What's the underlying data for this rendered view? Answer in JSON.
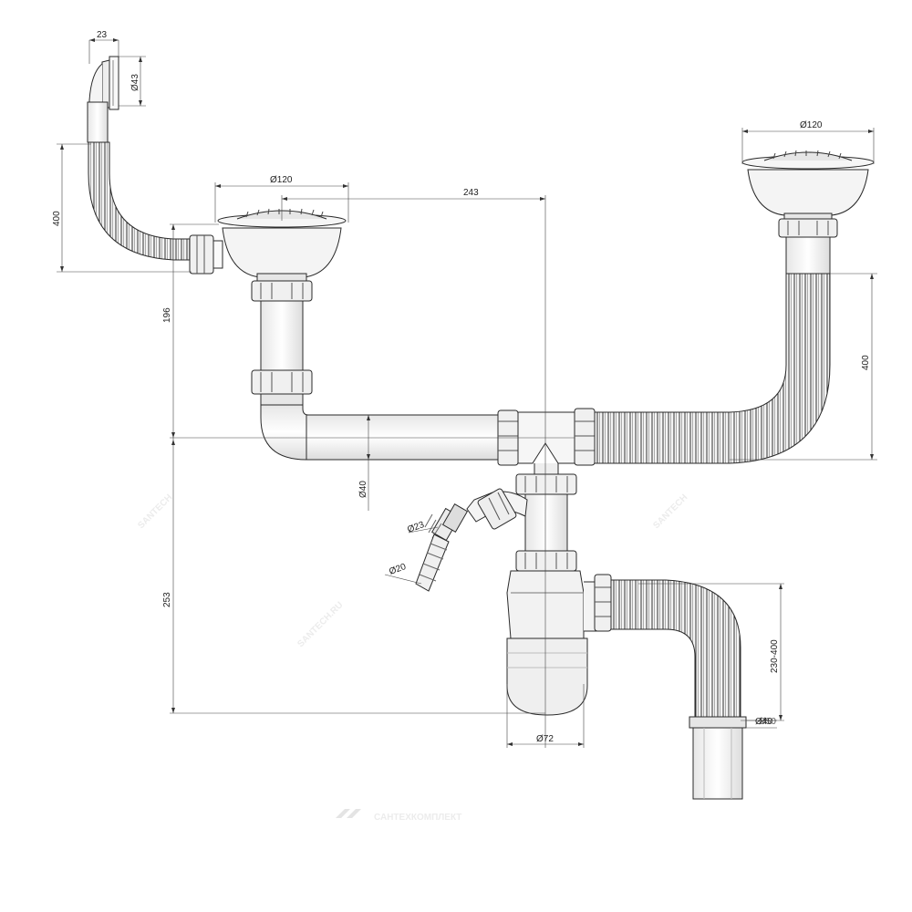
{
  "dimensions": {
    "overflow_width": "23",
    "overflow_outlet": "Ø43",
    "overflow_hose": "400",
    "left_strainer": "Ø120",
    "strainer_spacing": "243",
    "left_drain_height": "196",
    "pipe": "Ø40",
    "fitting_outer": "Ø23",
    "fitting_inner": "Ø20",
    "trap_height": "253",
    "bottle": "Ø72",
    "right_strainer": "Ø120",
    "right_hose": "400",
    "outlet_hose": "230-400",
    "outlet_a": "Ø40",
    "outlet_b": "Ø50"
  },
  "watermarks": {
    "main": "SANTECH.RU",
    "small_left": "SANTECH",
    "small_right": "SANTECH",
    "brand": "САНТЕХКОМПЛЕКТ"
  },
  "colors": {
    "line": "#2a2a2a",
    "fill": "#f4f4f4",
    "shade": "#e2e2e2",
    "watermark": "#ececec"
  }
}
